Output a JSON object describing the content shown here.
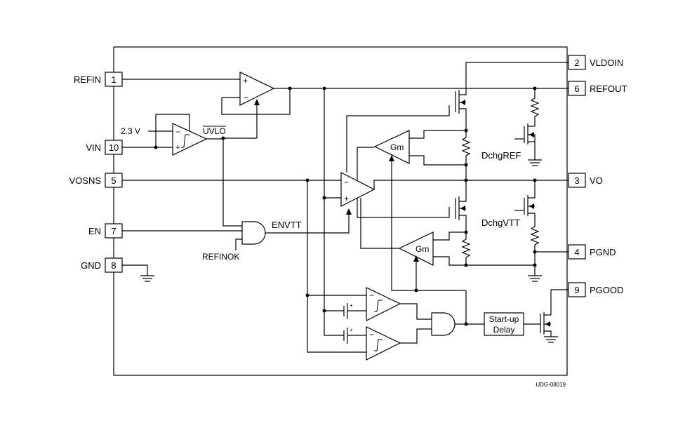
{
  "pins": [
    {
      "num": "1",
      "name": "REFIN"
    },
    {
      "num": "10",
      "name": "VIN"
    },
    {
      "num": "5",
      "name": "VOSNS"
    },
    {
      "num": "7",
      "name": "EN"
    },
    {
      "num": "8",
      "name": "GND"
    },
    {
      "num": "2",
      "name": "VLDOIN"
    },
    {
      "num": "6",
      "name": "REFOUT"
    },
    {
      "num": "3",
      "name": "VO"
    },
    {
      "num": "4",
      "name": "PGND"
    },
    {
      "num": "9",
      "name": "PGOOD"
    }
  ],
  "labels": {
    "v23": "2.3 V",
    "uvlo": "UVLO",
    "envtt": "ENVTT",
    "refinok": "REFINOK",
    "gm1": "Gm",
    "gm2": "Gm",
    "dchgref": "DchgREF",
    "dchgvtt": "DchgVTT",
    "startup_line1": "Start-up",
    "startup_line2": "Delay",
    "code": "UDG-08019",
    "plus": "+",
    "minus": "−"
  }
}
